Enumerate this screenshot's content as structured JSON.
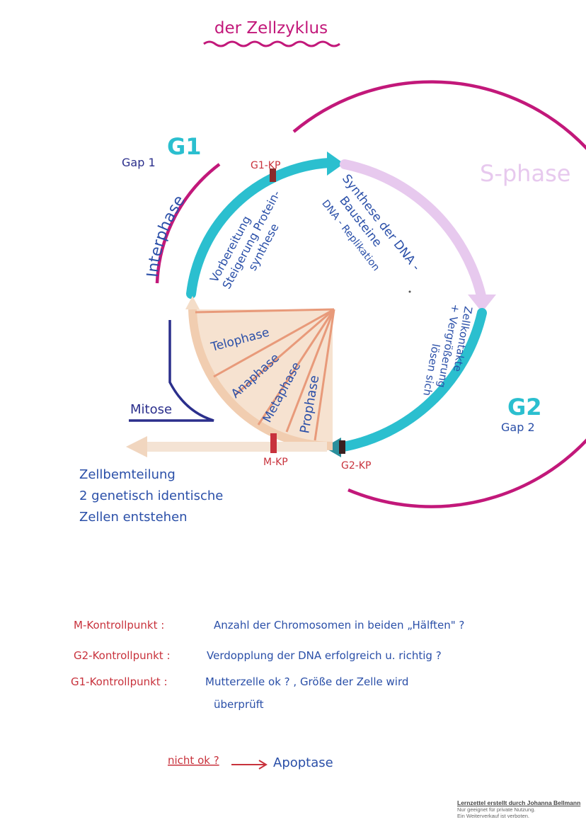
{
  "title": "der Zellzyklus",
  "g1": {
    "label": "G1",
    "sub": "Gap 1"
  },
  "s_phase": {
    "label": "S-phase"
  },
  "g2": {
    "label": "G2",
    "sub": "Gap 2"
  },
  "interphase": "Interphase",
  "mitose": "Mitose",
  "g1_text": [
    "Vorbereitung",
    "Steigerung Protein-",
    "synthese"
  ],
  "s_text": [
    "Synthese der DNA -",
    "Bausteine",
    "DNA - Replikation"
  ],
  "g2_text": [
    "Zellkontakte",
    "+ Vergrößerung",
    "lösen sich"
  ],
  "mitosis_phases": [
    "Telophase",
    "Anaphase",
    "Metaphase",
    "Prophase"
  ],
  "checkpoints": {
    "g1": "G1-KP",
    "g2": "G2-KP",
    "m": "M-KP"
  },
  "division_text": [
    "Zellbemteilung",
    "2 genetisch identische",
    "Zellen entstehen"
  ],
  "legend": [
    {
      "key": "M-Kontrollpunkt :",
      "text": "Anzahl der Chromosomen in beiden „Hälften\" ?"
    },
    {
      "key": "G2-Kontrollpunkt :",
      "text": "Verdopplung der DNA erfolgreich u. richtig ?"
    },
    {
      "key": "G1-Kontrollpunkt :",
      "text": "Mutterzelle ok ? , Größe der Zelle wird"
    },
    {
      "key": "",
      "text": "überprüft"
    }
  ],
  "apoptosis": {
    "condition": "nicht ok ?",
    "result": "Apoptase"
  },
  "footer": {
    "line1": "Lernzettel erstellt durch Johanna Bellmann",
    "line2": "Nur geeignet für private Nutzung.",
    "line3": "Ein Weiterverkauf ist verboten."
  },
  "colors": {
    "magenta": "#c2187a",
    "cyan": "#2bbfcf",
    "lavender": "#e7c9ee",
    "navy": "#2b2f8c",
    "blue_text": "#2a4fa8",
    "checkpoint_red": "#c8323c",
    "peach": "#f4ddc8",
    "salmon": "#e89a7a"
  }
}
